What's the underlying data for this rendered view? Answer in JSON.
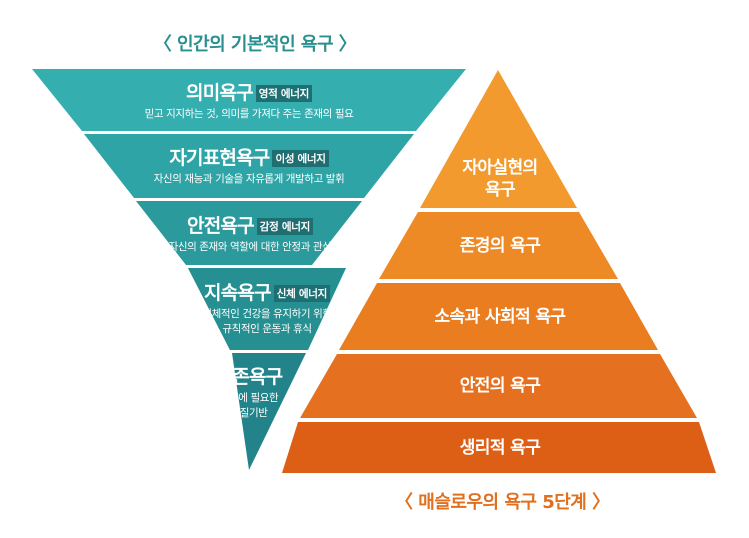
{
  "left_title": "〈 인간의 기본적인 욕구 〉",
  "right_title": "〈 매슬로우의 욕구 5단계 〉",
  "colors": {
    "teal_1": "#35aeb0",
    "teal_2": "#2fa4a6",
    "teal_3": "#2a9a9c",
    "teal_4": "#268f91",
    "teal_5": "#22838a",
    "orange_1": "#f29a2e",
    "orange_2": "#ee8a25",
    "orange_3": "#ea7d20",
    "orange_4": "#e57120",
    "orange_5": "#dc5f15"
  },
  "left_levels": [
    {
      "name": "의미욕구",
      "tag": "영적 에너지",
      "desc": "믿고 지지하는 것, 의미를 가져다 주는 존재의 필요"
    },
    {
      "name": "자기표현욕구",
      "tag": "이성 에너지",
      "desc": "자신의 재능과 기술을 자유롭게 개발하고 발휘"
    },
    {
      "name": "안전욕구",
      "tag": "감정 에너지",
      "desc": "자신의 존재와 역할에 대한 안정과 관심"
    },
    {
      "name": "지속욕구",
      "tag": "신체 에너지",
      "desc_1": "신체적인 건강을 유지하기 위한",
      "desc_2": "규칙적인 운동과 휴식"
    },
    {
      "name": "생존욕구",
      "desc_1": "생존에 필요한",
      "desc_2": "물질기반"
    }
  ],
  "right_levels": [
    {
      "line_1": "자아실현의",
      "line_2": "욕구"
    },
    {
      "label": "존경의 욕구"
    },
    {
      "label": "소속과 사회적 욕구"
    },
    {
      "label": "안전의 욕구"
    },
    {
      "label": "생리적 욕구"
    }
  ]
}
